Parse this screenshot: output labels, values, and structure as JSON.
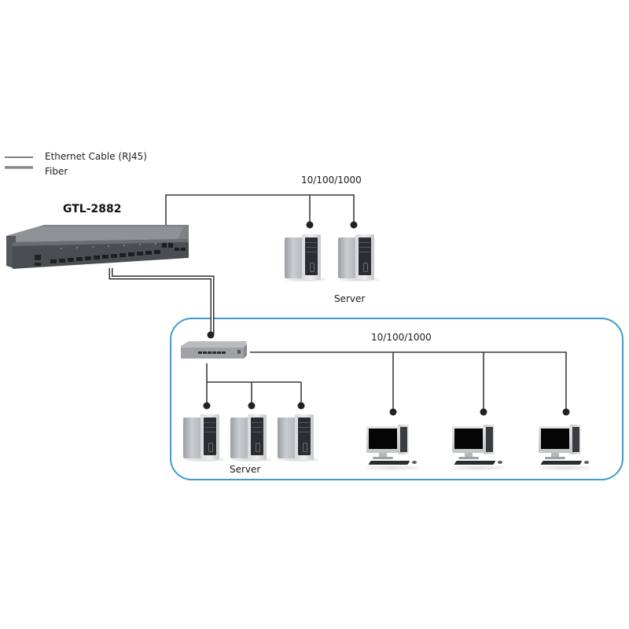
{
  "legend": {
    "items": [
      {
        "label": "Ethernet Cable (RJ45)",
        "style": "single-line",
        "color": "#333333"
      },
      {
        "label": "Fiber",
        "style": "thick-gray-line",
        "color": "#8a8a8a"
      }
    ]
  },
  "core_switch": {
    "model": "GTL-2882",
    "icon": "rack-switch-icon"
  },
  "top_segment": {
    "speed_label": "10/100/1000",
    "devices_label": "Server",
    "servers": [
      {
        "icon": "server-tower-icon"
      },
      {
        "icon": "server-tower-icon"
      }
    ]
  },
  "access_group": {
    "border_color": "#3d9bd1",
    "switch_icon": "desktop-switch-icon",
    "speed_label": "10/100/1000",
    "servers_label": "Server",
    "servers": [
      {
        "icon": "server-tower-icon"
      },
      {
        "icon": "server-tower-icon"
      },
      {
        "icon": "server-tower-icon"
      }
    ],
    "workstations": [
      {
        "icon": "desktop-pc-icon"
      },
      {
        "icon": "desktop-pc-icon"
      },
      {
        "icon": "desktop-pc-icon"
      }
    ]
  },
  "connections": [
    {
      "from": "core_switch",
      "to": "top_segment",
      "medium": "Ethernet Cable (RJ45)"
    },
    {
      "from": "core_switch",
      "to": "access_group.switch",
      "medium": "Fiber"
    },
    {
      "from": "access_group.switch",
      "to": "access_group.servers",
      "medium": "Ethernet Cable (RJ45)"
    },
    {
      "from": "access_group.switch",
      "to": "access_group.workstations",
      "medium": "Ethernet Cable (RJ45)"
    }
  ]
}
